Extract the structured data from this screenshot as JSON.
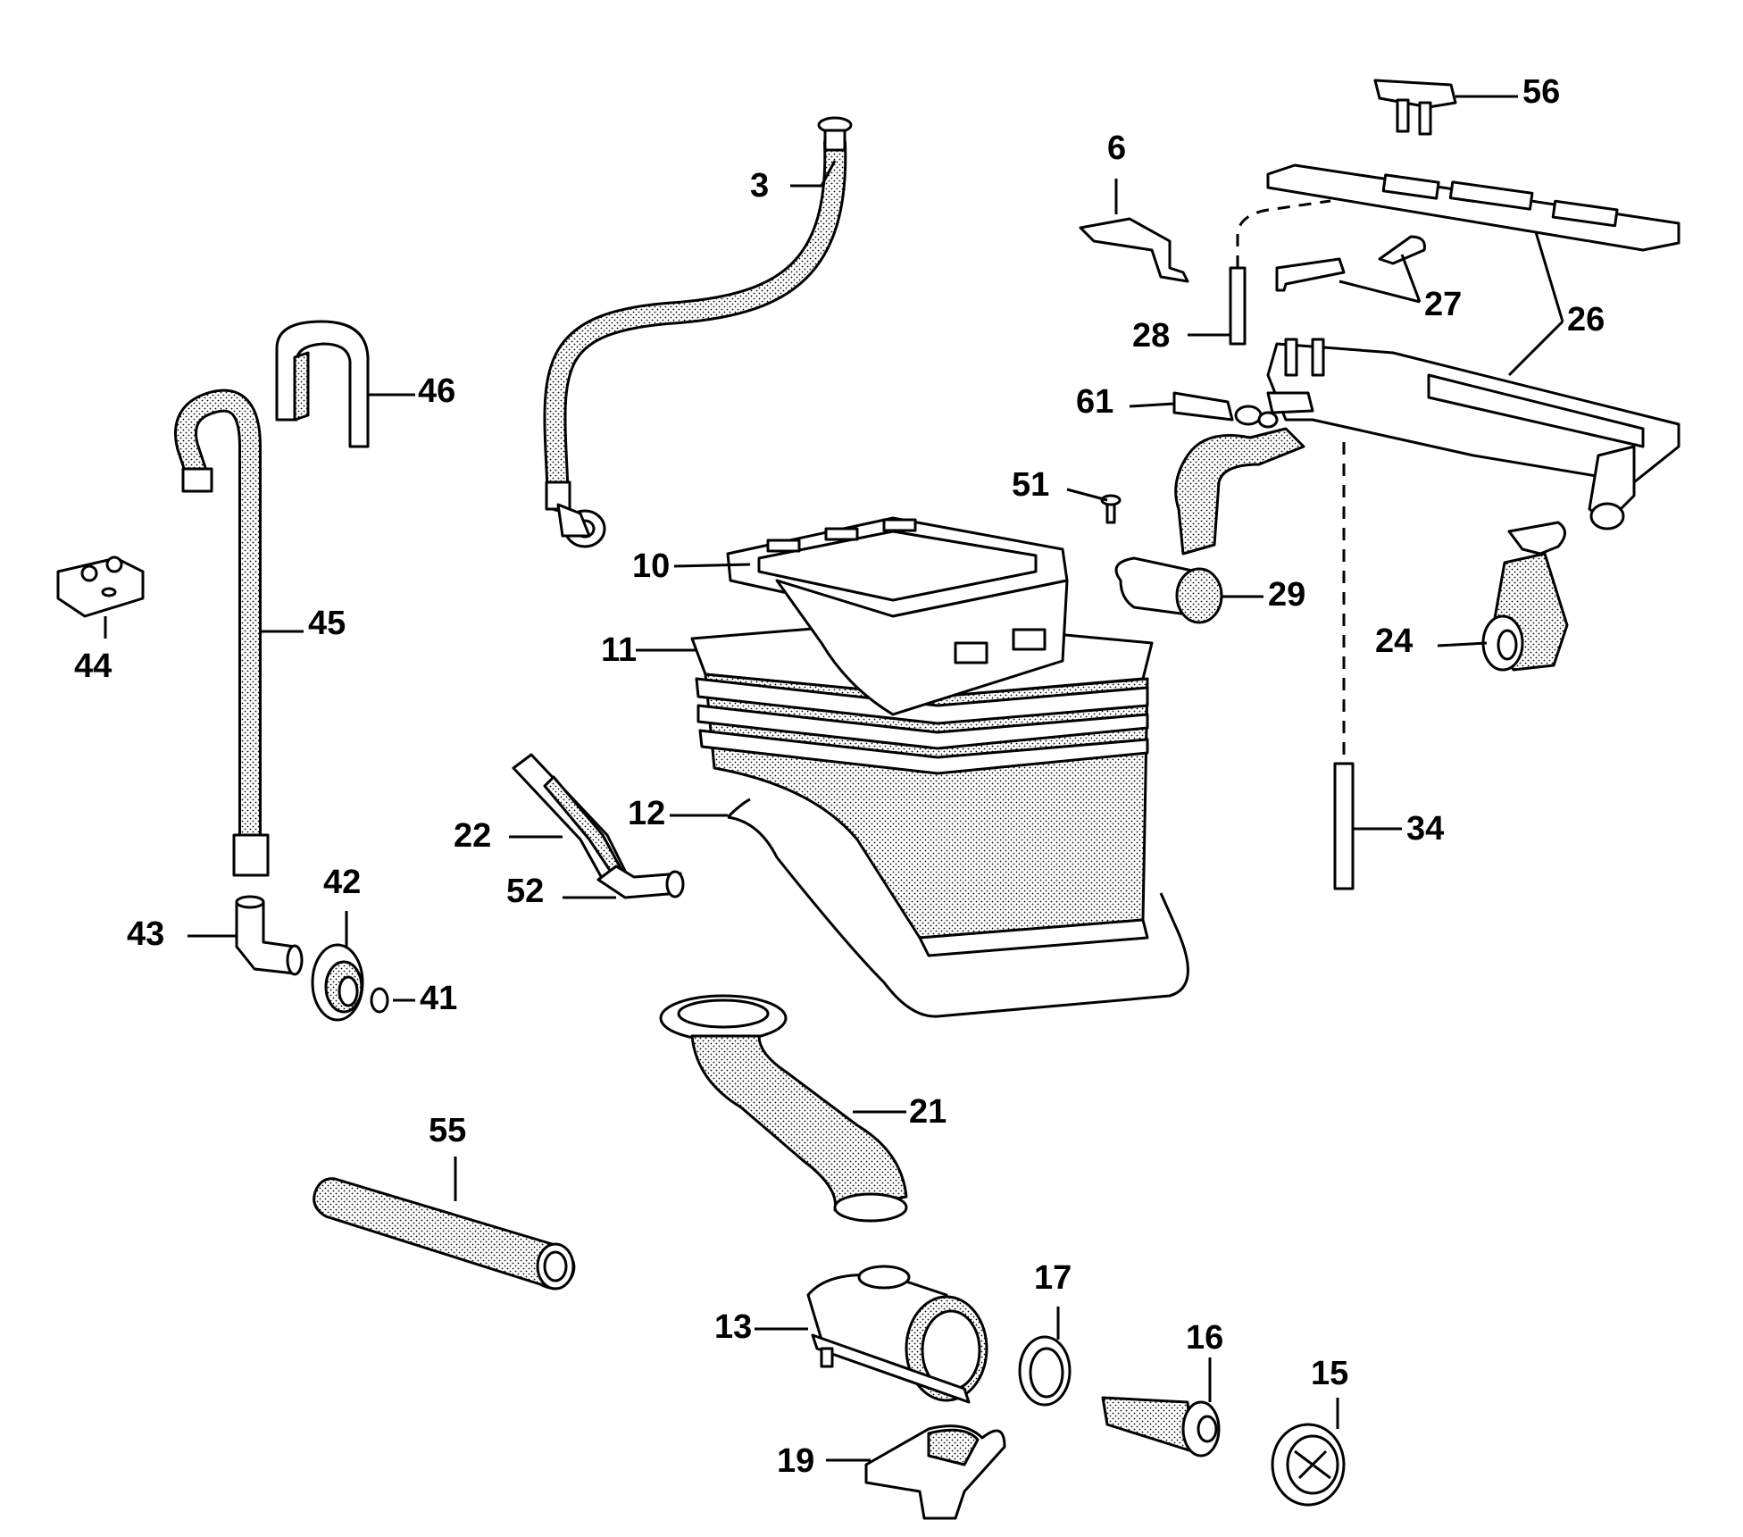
{
  "callouts": [
    {
      "id": "c3",
      "text": "3"
    },
    {
      "id": "c6",
      "text": "6"
    },
    {
      "id": "c10",
      "text": "10"
    },
    {
      "id": "c11",
      "text": "11"
    },
    {
      "id": "c12",
      "text": "12"
    },
    {
      "id": "c13",
      "text": "13"
    },
    {
      "id": "c15",
      "text": "15"
    },
    {
      "id": "c16",
      "text": "16"
    },
    {
      "id": "c17",
      "text": "17"
    },
    {
      "id": "c19",
      "text": "19"
    },
    {
      "id": "c21",
      "text": "21"
    },
    {
      "id": "c22",
      "text": "22"
    },
    {
      "id": "c24",
      "text": "24"
    },
    {
      "id": "c26",
      "text": "26"
    },
    {
      "id": "c27",
      "text": "27"
    },
    {
      "id": "c28",
      "text": "28"
    },
    {
      "id": "c29",
      "text": "29"
    },
    {
      "id": "c34",
      "text": "34"
    },
    {
      "id": "c41",
      "text": "41"
    },
    {
      "id": "c42",
      "text": "42"
    },
    {
      "id": "c43",
      "text": "43"
    },
    {
      "id": "c44",
      "text": "44"
    },
    {
      "id": "c45",
      "text": "45"
    },
    {
      "id": "c46",
      "text": "46"
    },
    {
      "id": "c51",
      "text": "51"
    },
    {
      "id": "c52",
      "text": "52"
    },
    {
      "id": "c55",
      "text": "55"
    },
    {
      "id": "c56",
      "text": "56"
    },
    {
      "id": "c61",
      "text": "61"
    }
  ]
}
